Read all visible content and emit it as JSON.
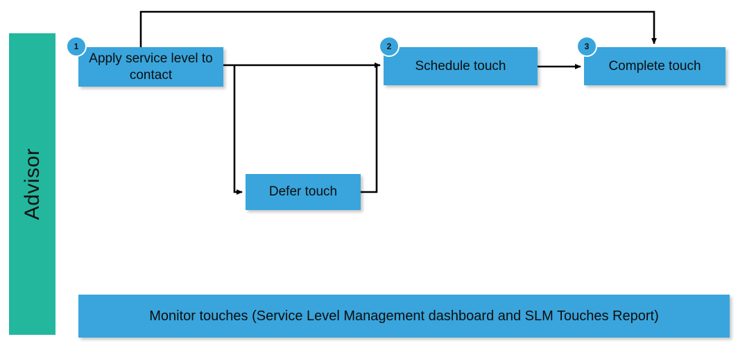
{
  "diagram": {
    "lane": {
      "label": "Advisor",
      "color": "#23b79e"
    },
    "box_color": "#39a5dc",
    "badge_color": "#39a5dc",
    "connector_color": "#000000",
    "steps": [
      {
        "number": "1",
        "label": "Apply service level to contact"
      },
      {
        "number": "2",
        "label": "Schedule touch"
      },
      {
        "number": "3",
        "label": "Complete touch"
      }
    ],
    "branch_box": {
      "label": "Defer touch"
    },
    "footer_box": {
      "label": "Monitor touches (Service Level Management dashboard and SLM Touches Report)"
    },
    "connections": [
      {
        "from": "Apply service level to contact",
        "to": "Schedule touch"
      },
      {
        "from": "Apply service level to contact",
        "to": "Defer touch"
      },
      {
        "from": "Defer touch",
        "to": "Schedule touch"
      },
      {
        "from": "Schedule touch",
        "to": "Complete touch"
      },
      {
        "from": "Apply service level to contact",
        "to": "Complete touch"
      }
    ]
  }
}
